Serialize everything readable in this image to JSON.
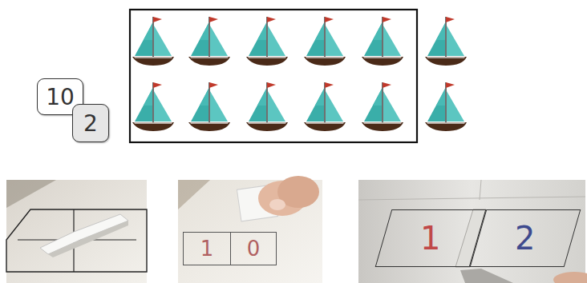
{
  "diagram": {
    "nodes": [
      {
        "text": [
          "10"
        ]
      },
      {
        "text": [
          "2"
        ]
      },
      {
        "text": [
          "1"
        ]
      },
      {
        "text": [
          "0"
        ]
      },
      {
        "text": [
          "1"
        ]
      },
      {
        "text": [
          "2"
        ]
      }
    ]
  }
}
